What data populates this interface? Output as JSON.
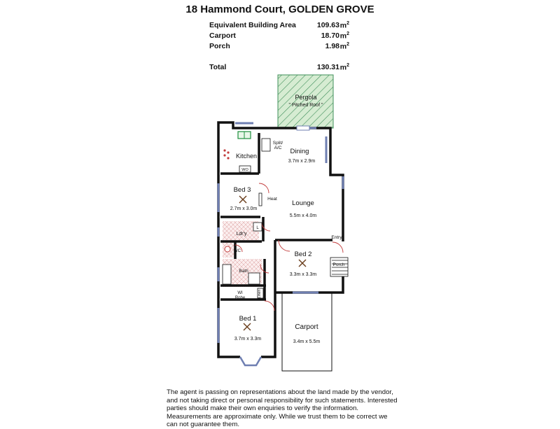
{
  "title": "18 Hammond Court, GOLDEN GROVE",
  "areas": [
    {
      "label": "Equivalent Building Area",
      "value": "109.63",
      "unit": "m",
      "sup": "2"
    },
    {
      "label": "Carport",
      "value": "18.70",
      "unit": "m",
      "sup": "2"
    },
    {
      "label": "Porch",
      "value": "1.98",
      "unit": "m",
      "sup": "2"
    }
  ],
  "total": {
    "label": "Total",
    "value": "130.31",
    "unit": "m",
    "sup": "2"
  },
  "rooms": {
    "pergola": {
      "name": "Pergola",
      "note": "\" Pitched Roof \""
    },
    "kitchen": {
      "name": "Kitchen"
    },
    "split_ac": {
      "name": "Split/ A/C",
      "line1": "Split/",
      "line2": "A/C"
    },
    "dining": {
      "name": "Dining",
      "size": "3.7m x 2.9m"
    },
    "wo": {
      "name": "WO"
    },
    "bed3": {
      "name": "Bed 3",
      "size": "2.7m x 3.0m"
    },
    "heat": {
      "name": "Heat"
    },
    "lounge": {
      "name": "Lounge",
      "size": "5.5m x 4.0m"
    },
    "laundry": {
      "name": "Ldr'y"
    },
    "linen_l": {
      "name": "L"
    },
    "wc": {
      "name": "WC"
    },
    "entry": {
      "name": "Entry"
    },
    "bed2": {
      "name": "Bed 2",
      "size": "3.3m x 3.3m"
    },
    "bath": {
      "name": "Bath"
    },
    "porch": {
      "name": "Porch"
    },
    "wi_robe": {
      "name": "WI Robe",
      "line1": "WI",
      "line2": "Robe"
    },
    "linen": {
      "name": "Linen"
    },
    "bed1": {
      "name": "Bed 1",
      "size": "3.7m x 3.3m"
    },
    "carport": {
      "name": "Carport",
      "size": "3.4m x 5.5m"
    }
  },
  "disclaimer": "The agent is passing on representations about the land made by the vendor, and not taking direct or personal responsibility for such statements. Interested parties should make their own enquiries to verify the information. Measurements are approximate only. While we trust them to be correct we can not guarantee them.",
  "colors": {
    "pergola_fill": "#d6ecd2",
    "pergola_hatch": "#3f8f5a",
    "wall": "#111111",
    "window": "#6f7fb2",
    "wet_area": "#f3dada"
  }
}
